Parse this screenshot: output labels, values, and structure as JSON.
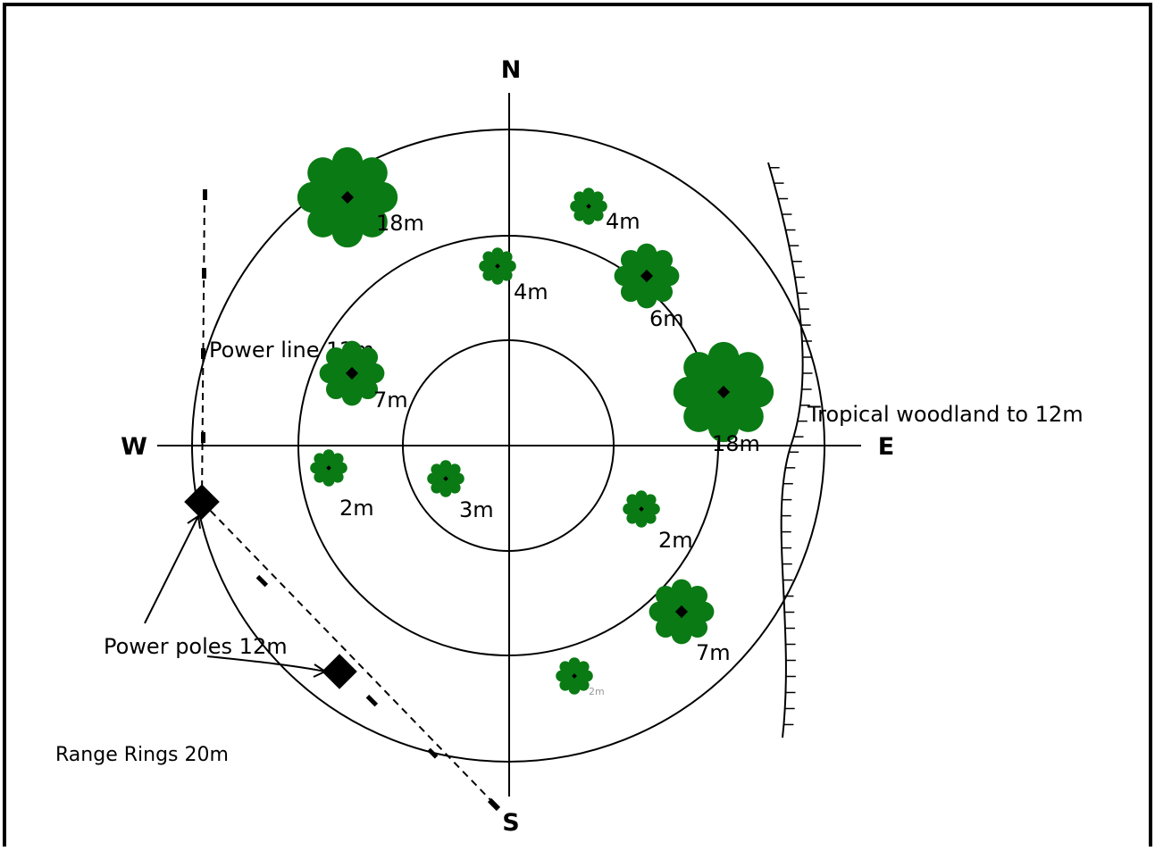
{
  "compass": {
    "north": "N",
    "south": "S",
    "east": "E",
    "west": "W"
  },
  "labels": {
    "power_line": "Power line 12m",
    "power_poles": "Power poles 12m",
    "woodland": "Tropical  woodland to 12m",
    "range_rings": "Range Rings 20m"
  },
  "trees": [
    {
      "id": "nw-big",
      "height": "18m"
    },
    {
      "id": "n-small-right",
      "height": "4m"
    },
    {
      "id": "n-small-left",
      "height": "4m"
    },
    {
      "id": "ne-mid",
      "height": "6m"
    },
    {
      "id": "w-mid",
      "height": "7m"
    },
    {
      "id": "e-big",
      "height": "18m"
    },
    {
      "id": "w-small",
      "height": "2m"
    },
    {
      "id": "center-small",
      "height": "3m"
    },
    {
      "id": "se-small",
      "height": "2m"
    },
    {
      "id": "se-mid",
      "height": "7m"
    },
    {
      "id": "s-small",
      "height": "2m"
    }
  ],
  "colors": {
    "tree": "#0a7a14",
    "line": "#000000",
    "background": "#ffffff",
    "faint_label": "#9a9a9a"
  }
}
